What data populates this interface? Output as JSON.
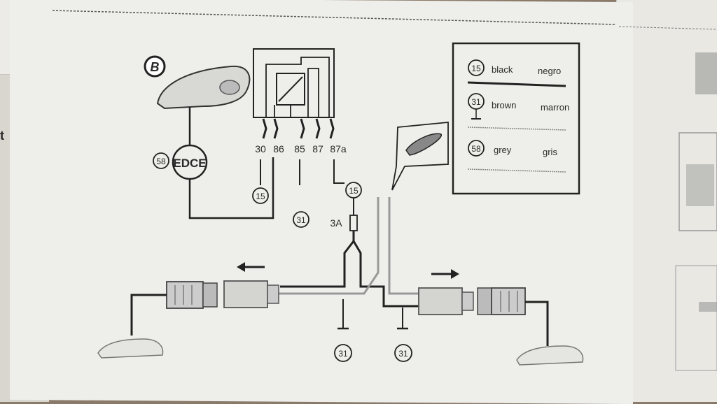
{
  "diagram": {
    "badge": "B",
    "lamp_wire": "58",
    "switch_label": "EDCE",
    "relay_pins": [
      "30",
      "86",
      "85",
      "87",
      "87a"
    ],
    "relay_pin30_wire": "15",
    "ground_wire": "31",
    "fuse_wire": "15",
    "fuse_rating": "3A",
    "ground_left": "31",
    "ground_right": "31"
  },
  "legend": {
    "rows": [
      {
        "code": "15",
        "en": "black",
        "es": "negro"
      },
      {
        "code": "31",
        "en": "brown",
        "es": "marron"
      },
      {
        "code": "58",
        "en": "grey",
        "es": "gris"
      }
    ]
  }
}
